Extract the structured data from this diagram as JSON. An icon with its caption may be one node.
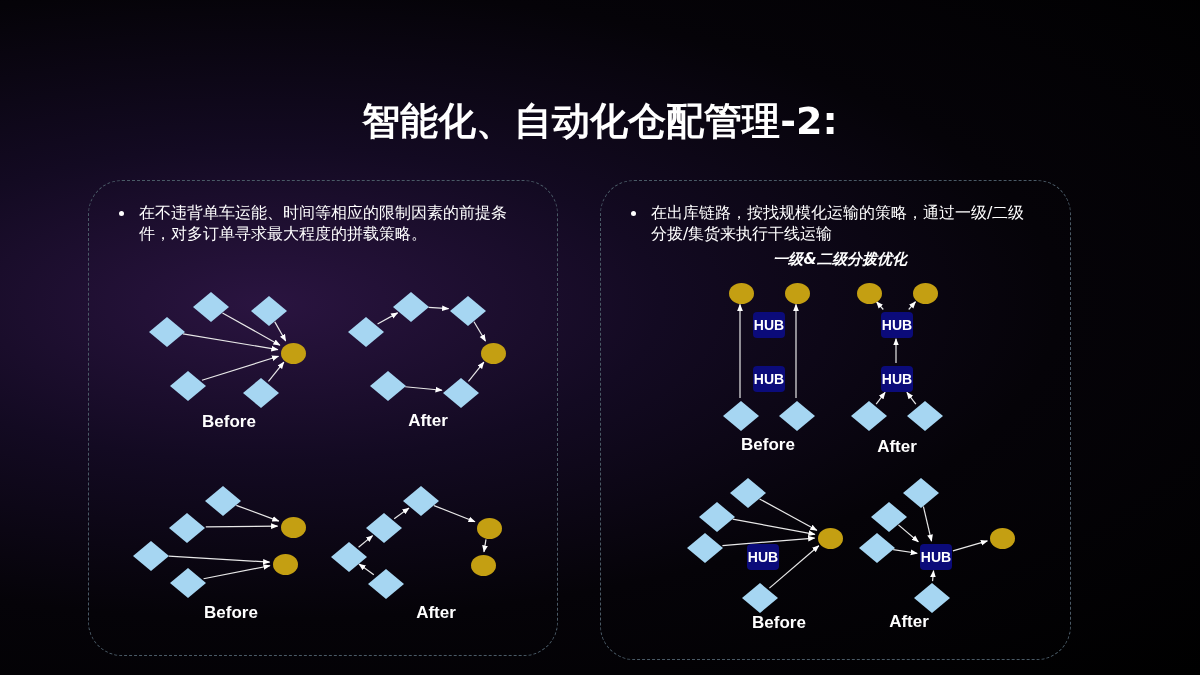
{
  "diagram": {
    "title": "智能化、自动化仓配管理-2:",
    "nodes": [
      {
        "text": [
          "在不违背单车运能、时间等相应的限制因素的前提条件，对多订单寻求最大程度的拼载策略。"
        ]
      },
      {
        "text": [],
        "shape": "diamond",
        "in": 0
      },
      {
        "text": [],
        "shape": "diamond",
        "in": 0
      },
      {
        "text": [],
        "shape": "diamond",
        "in": 0
      },
      {
        "text": [],
        "shape": "diamond",
        "in": 0
      },
      {
        "text": [],
        "shape": "diamond",
        "in": 0
      },
      {
        "text": [],
        "shape": "circle",
        "in": 0
      },
      {
        "text": [],
        "shape": "diamond",
        "in": 0
      },
      {
        "text": [],
        "shape": "diamond",
        "in": 0
      },
      {
        "text": [],
        "shape": "diamond",
        "in": 0
      },
      {
        "text": [],
        "shape": "diamond",
        "in": 0
      },
      {
        "text": [],
        "shape": "diamond",
        "in": 0
      },
      {
        "text": [],
        "shape": "circle",
        "in": 0
      },
      {
        "text": [],
        "shape": "diamond",
        "in": 0
      },
      {
        "text": [],
        "shape": "diamond",
        "in": 0
      },
      {
        "text": [],
        "shape": "diamond",
        "in": 0
      },
      {
        "text": [],
        "shape": "diamond",
        "in": 0
      },
      {
        "text": [],
        "shape": "circle",
        "in": 0
      },
      {
        "text": [],
        "shape": "circle",
        "in": 0
      },
      {
        "text": [],
        "shape": "diamond",
        "in": 0
      },
      {
        "text": [],
        "shape": "diamond",
        "in": 0
      },
      {
        "text": [],
        "shape": "diamond",
        "in": 0
      },
      {
        "text": [],
        "shape": "diamond",
        "in": 0
      },
      {
        "text": [],
        "shape": "circle",
        "in": 0
      },
      {
        "text": [],
        "shape": "circle",
        "in": 0
      },
      {
        "text": [
          "在出库链路，按找规模化运输的策略，通过一级/二级分拨/集货来执行干线运输"
        ]
      },
      {
        "text": [],
        "shape": "circle",
        "in": 25
      },
      {
        "text": [],
        "shape": "circle",
        "in": 25
      },
      {
        "text": [
          "HUB"
        ],
        "in": 25
      },
      {
        "text": [
          "HUB"
        ],
        "in": 25
      },
      {
        "text": [],
        "shape": "diamond",
        "in": 25
      },
      {
        "text": [],
        "shape": "diamond",
        "in": 25
      },
      {
        "text": [],
        "shape": "circle",
        "in": 25
      },
      {
        "text": [],
        "shape": "circle",
        "in": 25
      },
      {
        "text": [
          "HUB"
        ],
        "in": 25
      },
      {
        "text": [
          "HUB"
        ],
        "in": 25
      },
      {
        "text": [],
        "shape": "diamond",
        "in": 25
      },
      {
        "text": [],
        "shape": "diamond",
        "in": 25
      },
      {
        "text": [],
        "shape": "diamond",
        "in": 25
      },
      {
        "text": [],
        "shape": "diamond",
        "in": 25
      },
      {
        "text": [],
        "shape": "diamond",
        "in": 25
      },
      {
        "text": [],
        "shape": "diamond",
        "in": 25
      },
      {
        "text": [
          "HUB"
        ],
        "in": 25
      },
      {
        "text": [],
        "shape": "circle",
        "in": 25
      },
      {
        "text": [],
        "shape": "diamond",
        "in": 25
      },
      {
        "text": [],
        "shape": "diamond",
        "in": 25
      },
      {
        "text": [],
        "shape": "diamond",
        "in": 25
      },
      {
        "text": [],
        "shape": "diamond",
        "in": 25
      },
      {
        "text": [
          "HUB"
        ],
        "in": 25
      },
      {
        "text": [],
        "shape": "circle",
        "in": 25
      }
    ],
    "edges": [
      {
        "from": 1,
        "to": 6,
        "arrow": "to"
      },
      {
        "from": 2,
        "to": 6,
        "arrow": "to"
      },
      {
        "from": 3,
        "to": 6,
        "arrow": "to"
      },
      {
        "from": 4,
        "to": 6,
        "arrow": "to"
      },
      {
        "from": 5,
        "to": 6,
        "arrow": "to"
      },
      {
        "from": 7,
        "to": 8,
        "arrow": "to"
      },
      {
        "from": 8,
        "to": 9,
        "arrow": "to"
      },
      {
        "from": 9,
        "to": 12,
        "arrow": "to"
      },
      {
        "from": 10,
        "to": 11,
        "arrow": "to"
      },
      {
        "from": 11,
        "to": 12,
        "arrow": "to"
      },
      {
        "from": 13,
        "to": 17,
        "arrow": "to"
      },
      {
        "from": 14,
        "to": 17,
        "arrow": "to"
      },
      {
        "from": 15,
        "to": 18,
        "arrow": "to"
      },
      {
        "from": 16,
        "to": 18,
        "arrow": "to"
      },
      {
        "from": 22,
        "to": 21,
        "arrow": "to"
      },
      {
        "from": 21,
        "to": 20,
        "arrow": "to"
      },
      {
        "from": 20,
        "to": 19,
        "arrow": "to"
      },
      {
        "from": 19,
        "to": 23,
        "arrow": "to"
      },
      {
        "from": 23,
        "to": 24,
        "arrow": "to"
      },
      {
        "from": 30,
        "to": 26,
        "arrow": "to"
      },
      {
        "from": 31,
        "to": 27,
        "arrow": "to"
      },
      {
        "from": 34,
        "to": 32,
        "arrow": "to"
      },
      {
        "from": 34,
        "to": 33,
        "arrow": "to"
      },
      {
        "from": 35,
        "to": 34,
        "arrow": "to"
      },
      {
        "from": 36,
        "to": 35,
        "arrow": "to"
      },
      {
        "from": 37,
        "to": 35,
        "arrow": "to"
      },
      {
        "from": 38,
        "to": 43,
        "arrow": "to"
      },
      {
        "from": 39,
        "to": 43,
        "arrow": "to"
      },
      {
        "from": 40,
        "to": 43,
        "arrow": "to"
      },
      {
        "from": 41,
        "to": 43,
        "arrow": "to"
      },
      {
        "from": 44,
        "to": 48,
        "arrow": "to"
      },
      {
        "from": 45,
        "to": 48,
        "arrow": "to"
      },
      {
        "from": 46,
        "to": 48,
        "arrow": "to"
      },
      {
        "from": 47,
        "to": 48,
        "arrow": "to"
      },
      {
        "from": 48,
        "to": 49,
        "arrow": "to"
      }
    ],
    "labels": [
      "Before",
      "After",
      "Before",
      "After",
      "一级&二级分拨优化",
      "Before",
      "After",
      "Before",
      "After"
    ]
  }
}
